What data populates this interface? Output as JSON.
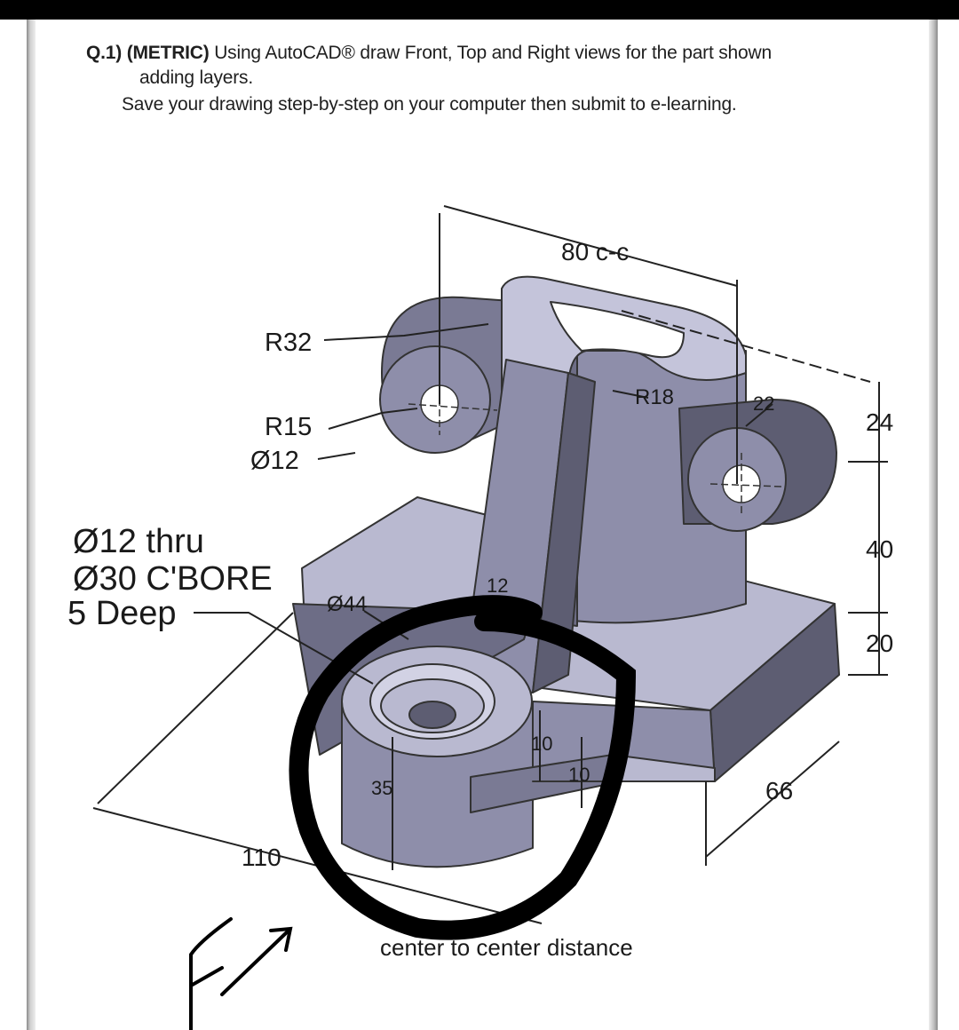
{
  "question": {
    "number": "Q.1)",
    "tag": "(METRIC)",
    "line1": "Using AutoCAD® draw Front, Top and Right views for the part shown",
    "line2": "adding layers.",
    "line3": "Save your drawing step-by-step on your computer then submit to e-learning."
  },
  "dimensions": {
    "cc": "80 c-c",
    "r32": "R32",
    "r15": "R15",
    "d12": "Ø12",
    "hole1": "Ø12 thru",
    "hole2": "Ø30 C'BORE",
    "hole3": "5 Deep",
    "d44": "Ø44",
    "r18": "R18",
    "d22": "22",
    "d12b": "12",
    "d24": "24",
    "d40": "40",
    "d20": "20",
    "d10a": "10",
    "d10b": "10",
    "d35": "35",
    "d66": "66",
    "d110": "110"
  },
  "note": "center to center distance",
  "colors": {
    "part_light": "#b9b9d0",
    "part_mid": "#8e8eaa",
    "part_dark": "#5d5d72",
    "annotation_circle": "#000000"
  }
}
